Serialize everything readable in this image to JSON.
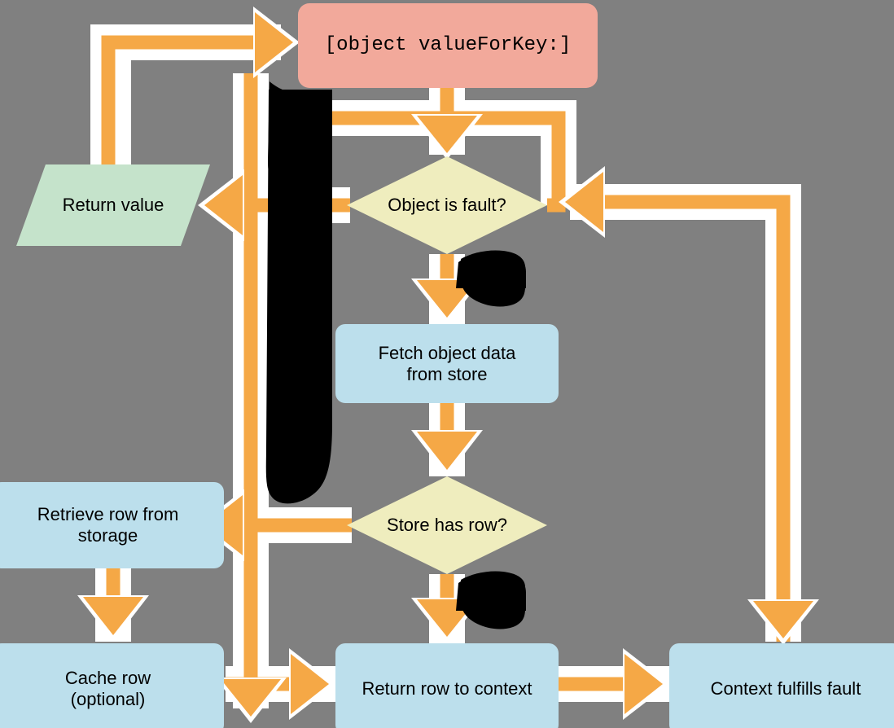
{
  "diagram": {
    "title": "[object valueForKey:]",
    "background_color": "#808080",
    "palette": {
      "connector": "#F5A846",
      "connector_halo": "#FFFFFF",
      "process_fill": "#BCDFEC",
      "decision_fill": "#EFEDBE",
      "io_fill": "#C5E3CB",
      "terminator_fill": "#F2A99B",
      "redaction": "#000000",
      "stroke": "#000000",
      "text": "#000000"
    }
  },
  "nodes": {
    "entry": {
      "id": "entry",
      "label": "[object valueForKey:]",
      "shape": "rounded-rect",
      "role": "terminator",
      "fill": "#F2A99B"
    },
    "return_value": {
      "id": "return_value",
      "label": "Return value",
      "shape": "parallelogram",
      "role": "input-output",
      "fill": "#C5E3CB"
    },
    "object_is_fault": {
      "id": "object_is_fault",
      "label": "Object is fault?",
      "shape": "diamond",
      "role": "decision",
      "fill": "#EFEDBE"
    },
    "fetch_object_data": {
      "id": "fetch_object_data",
      "label": "Fetch object data\nfrom store",
      "line1": "Fetch object data",
      "line2": "from store",
      "shape": "rounded-rect",
      "role": "process",
      "fill": "#BCDFEC"
    },
    "store_has_row": {
      "id": "store_has_row",
      "label": "Store has row?",
      "shape": "diamond",
      "role": "decision",
      "fill": "#EFEDBE"
    },
    "retrieve_row": {
      "id": "retrieve_row",
      "label": "Retrieve row from\nstorage",
      "line1": "Retrieve row from",
      "line2": "storage",
      "shape": "rounded-rect",
      "role": "process",
      "fill": "#BCDFEC"
    },
    "cache_row": {
      "id": "cache_row",
      "label": "Cache row\n(optional)",
      "line1": "Cache row",
      "line2": "(optional)",
      "shape": "rounded-rect",
      "role": "process",
      "fill": "#BCDFEC"
    },
    "return_row": {
      "id": "return_row",
      "label": "Return row to context",
      "shape": "rounded-rect",
      "role": "process",
      "fill": "#BCDFEC"
    },
    "context_fulfills_fault": {
      "id": "context_fulfills_fault",
      "label": "Context fulfills fault",
      "shape": "rounded-rect",
      "role": "process",
      "fill": "#BCDFEC"
    }
  },
  "edges": [
    {
      "id": "e-entry-to-fault",
      "from": "entry",
      "to": "object_is_fault",
      "label": ""
    },
    {
      "id": "e-fault-no-return",
      "from": "object_is_fault",
      "to": "return_value",
      "label": ""
    },
    {
      "id": "e-fault-yes-fetch",
      "from": "object_is_fault",
      "to": "fetch_object_data",
      "label": ""
    },
    {
      "id": "e-fetch-to-hasrow",
      "from": "fetch_object_data",
      "to": "store_has_row",
      "label": ""
    },
    {
      "id": "e-hasrow-no-retrieve",
      "from": "store_has_row",
      "to": "retrieve_row",
      "label": ""
    },
    {
      "id": "e-hasrow-yes-returnrow",
      "from": "store_has_row",
      "to": "return_row",
      "label": ""
    },
    {
      "id": "e-retrieve-to-cache",
      "from": "retrieve_row",
      "to": "cache_row",
      "label": ""
    },
    {
      "id": "e-cache-to-returnrow",
      "from": "cache_row",
      "to": "return_row",
      "label": ""
    },
    {
      "id": "e-returnrow-to-context",
      "from": "return_row",
      "to": "context_fulfills_fault",
      "label": ""
    },
    {
      "id": "e-context-to-entry",
      "from": "context_fulfills_fault",
      "to": "entry",
      "label": ""
    }
  ],
  "redactions": [
    {
      "id": "redaction-entry-edge",
      "note": "obscured edge label near entry"
    },
    {
      "id": "redaction-fault-yes",
      "note": "obscured edge label near Object is fault? yes branch"
    },
    {
      "id": "redaction-midcolumn",
      "note": "obscured edge label in middle column"
    },
    {
      "id": "redaction-hasrow-yes",
      "note": "obscured edge label near Store has row? yes branch"
    }
  ]
}
